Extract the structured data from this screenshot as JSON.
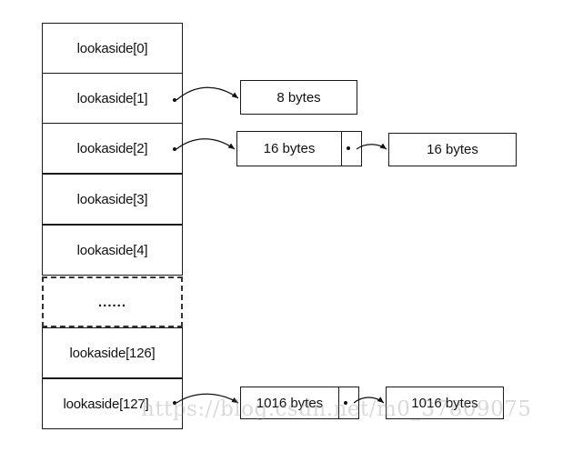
{
  "lookaside": {
    "rows": [
      {
        "label": "lookaside[0]"
      },
      {
        "label": "lookaside[1]"
      },
      {
        "label": "lookaside[2]"
      },
      {
        "label": "lookaside[3]"
      },
      {
        "label": "lookaside[4]"
      },
      {
        "label": "......"
      },
      {
        "label": "lookaside[126]"
      },
      {
        "label": "lookaside[127]"
      }
    ]
  },
  "chunks": {
    "row1_chunk": "8 bytes",
    "row2_chunk_a": "16 bytes",
    "row2_chunk_b": "16 bytes",
    "row7_chunk_a": "1016 bytes",
    "row7_chunk_b": "1016 bytes"
  },
  "watermark": "https://blog.csdn.net/m0_37809075"
}
